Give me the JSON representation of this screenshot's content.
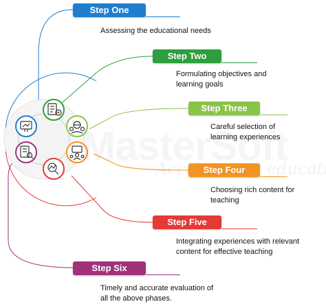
{
  "watermark": {
    "brand": "MasterSoft",
    "tagline": "Accelerating education..."
  },
  "steps": [
    {
      "label": "Step One",
      "description_lines": [
        "Assessing the educational needs"
      ],
      "color": "#1e7ed0"
    },
    {
      "label": "Step Two",
      "description_lines": [
        "Formulating objectives and",
        "learning goals"
      ],
      "color": "#2e9e3e"
    },
    {
      "label": "Step Three",
      "description_lines": [
        "Careful selection of",
        "learning experiences"
      ],
      "color": "#8bc34a"
    },
    {
      "label": "Step Four",
      "description_lines": [
        "Choosing rich content for",
        "teaching"
      ],
      "color": "#f39323"
    },
    {
      "label": "Step Five",
      "description_lines": [
        "Integrating experiences with relevant",
        "content for effective teaching"
      ],
      "color": "#e53935"
    },
    {
      "label": "Step Six",
      "description_lines": [
        "Timely and accurate evaluation of",
        "all the above phases."
      ],
      "color": "#a0317a"
    }
  ],
  "icons": [
    "needs-assessment-icon",
    "objectives-checklist-icon",
    "learning-experience-icon",
    "content-selection-icon",
    "integration-icon",
    "evaluation-icon"
  ]
}
